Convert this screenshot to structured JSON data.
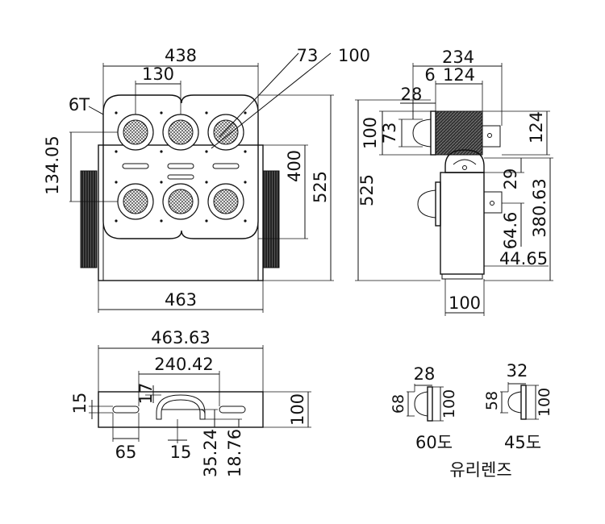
{
  "front_view": {
    "dims": {
      "top_width": "438",
      "lens_pitch": "130",
      "lens_size": "73",
      "lens_outer": "100",
      "plate_thickness": "6T",
      "left_vertical": "134.05",
      "inner_height": "400",
      "total_height": "525",
      "bottom_width": "463"
    }
  },
  "side_view": {
    "dims": {
      "total_width": "234",
      "body_width": "124",
      "plate_t": "6",
      "lens_depth": "28",
      "lens_outer": "100",
      "lens_inner": "73",
      "height_total": "525",
      "right_top": "124",
      "gap": "29",
      "h_380": "380.63",
      "h_64": "64.6",
      "h_44": "44.65",
      "base_width": "100"
    }
  },
  "base_view": {
    "dims": {
      "total_width": "463.63",
      "slot_span": "240.42",
      "slot_h": "17",
      "left_15": "15",
      "height_100": "100",
      "slot_len": "65",
      "center_15": "15",
      "d_35": "35.24",
      "d_18": "18.76"
    }
  },
  "lens_details": {
    "lens60": {
      "depth": "28",
      "inner": "68",
      "outer": "100",
      "label": "60도"
    },
    "lens45": {
      "depth": "32",
      "inner": "58",
      "outer": "100",
      "label": "45도"
    },
    "caption": "유리렌즈"
  }
}
